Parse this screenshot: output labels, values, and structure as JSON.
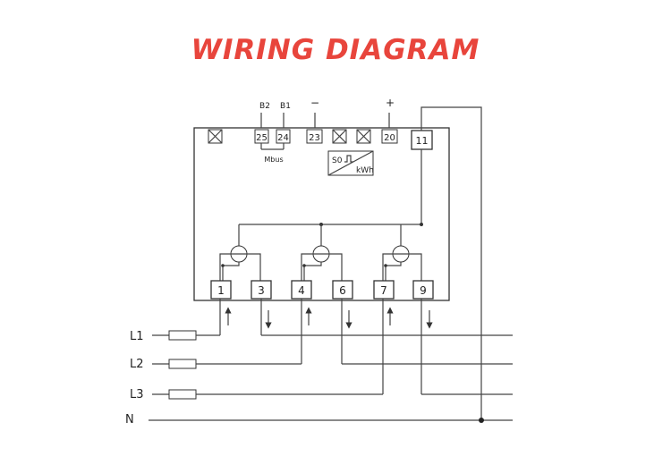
{
  "title": "WIRING DIAGRAM",
  "top_labels": {
    "b2": "B2",
    "b1": "B1",
    "minus": "−",
    "plus": "+",
    "mbus": "Mbus"
  },
  "top_terminals": {
    "t25": "25",
    "t24": "24",
    "t23": "23",
    "t20": "20",
    "t11": "11"
  },
  "pulse_box": {
    "s0": "S0",
    "unit": "kWh"
  },
  "bottom_terminals": [
    "1",
    "3",
    "4",
    "6",
    "7",
    "9"
  ],
  "lines": [
    "L1",
    "L2",
    "L3",
    "N"
  ],
  "colors": {
    "title": "#e8453c",
    "line": "#444444"
  }
}
